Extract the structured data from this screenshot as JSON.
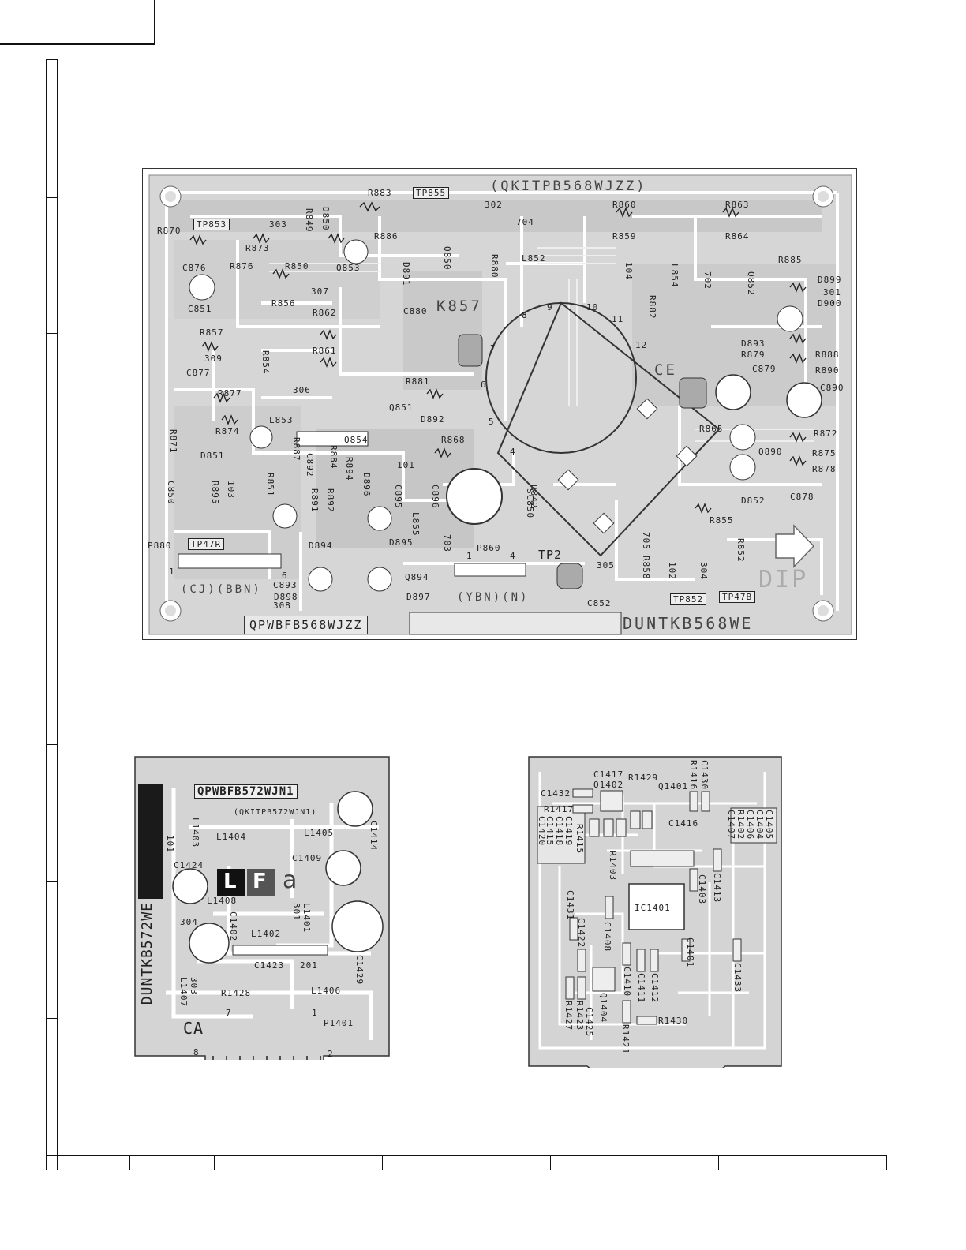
{
  "board_main": {
    "top_code": "(QKITPB568WJZZ)",
    "bottom_code": "QPWBFB568WJZZ",
    "unit_name": "DUNTKB568WE",
    "relay": "K857",
    "ce_mark": "CE",
    "dip_mark": "DIP",
    "connector_left_label": "(CJ)(BBN)",
    "connector_mid_label": "(YBN)(N)",
    "components": [
      "R883",
      "TP855",
      "302",
      "R860",
      "R863",
      "R870",
      "TP853",
      "303",
      "R849",
      "D850",
      "R886",
      "704",
      "R859",
      "R864",
      "R873",
      "R876",
      "R850",
      "Q853",
      "Q850",
      "R880",
      "L852",
      "104",
      "R885",
      "C876",
      "D891",
      "L854",
      "702",
      "Q852",
      "D899",
      "301",
      "C851",
      "R856",
      "307",
      "R882",
      "D900",
      "R862",
      "C880",
      "R857",
      "R861",
      "D893",
      "R879",
      "R888",
      "309",
      "R854",
      "C879",
      "R890",
      "C877",
      "R881",
      "C890",
      "306",
      "R877",
      "Q851",
      "D892",
      "R865",
      "R872",
      "R874",
      "L853",
      "Q854",
      "R868",
      "R871",
      "D851",
      "Q890",
      "R875",
      "R887",
      "R884",
      "R894",
      "C892",
      "D896",
      "101",
      "R878",
      "C850",
      "R895",
      "103",
      "C896",
      "R842",
      "R851",
      "R891",
      "R892",
      "C895",
      "L855",
      "C878",
      "D852",
      "P880",
      "TP47R",
      "D894",
      "D895",
      "703",
      "P860",
      "TP2",
      "R855",
      "705",
      "R858",
      "R852",
      "C893",
      "Q894",
      "305",
      "102",
      "304",
      "D898",
      "308",
      "D897",
      "C852",
      "TP852",
      "TP47B",
      "SC850"
    ],
    "pins": [
      "1",
      "6",
      "1",
      "4",
      "8",
      "9",
      "10",
      "11",
      "12",
      "7",
      "6",
      "5",
      "4"
    ]
  },
  "board_lf": {
    "code": "QPWBFB572WJN1",
    "sub_code": "(QKITPB572WJN1)",
    "unit_name": "DUNTKB572WE",
    "mark_l": "L",
    "mark_f": "F",
    "mark_a": "a",
    "section": "CA",
    "components": [
      "101",
      "L1403",
      "L1404",
      "L1405",
      "C1414",
      "C1409",
      "C1424",
      "L1408",
      "304",
      "C1402",
      "301",
      "L1401",
      "L1402",
      "C1423",
      "201",
      "C1429",
      "L1407",
      "303",
      "R1428",
      "L1406",
      "P1401"
    ],
    "pins": [
      "7",
      "1",
      "8",
      "2"
    ]
  },
  "board_smd": {
    "components": [
      "C1417",
      "R1429",
      "R1416",
      "C1430",
      "C1432",
      "Q1402",
      "Q1401",
      "R1417",
      "C1415",
      "C1416",
      "C1418",
      "C1419",
      "C1420",
      "R1415",
      "C1405",
      "C1404",
      "C1406",
      "R1402",
      "C1407",
      "R1403",
      "C1413",
      "C1403",
      "C1431",
      "IC1401",
      "C1408",
      "C1422",
      "C1401",
      "C1410",
      "C1411",
      "C1412",
      "C1433",
      "R1427",
      "R1423",
      "Q1404",
      "C1425",
      "R1421",
      "R1430"
    ]
  }
}
